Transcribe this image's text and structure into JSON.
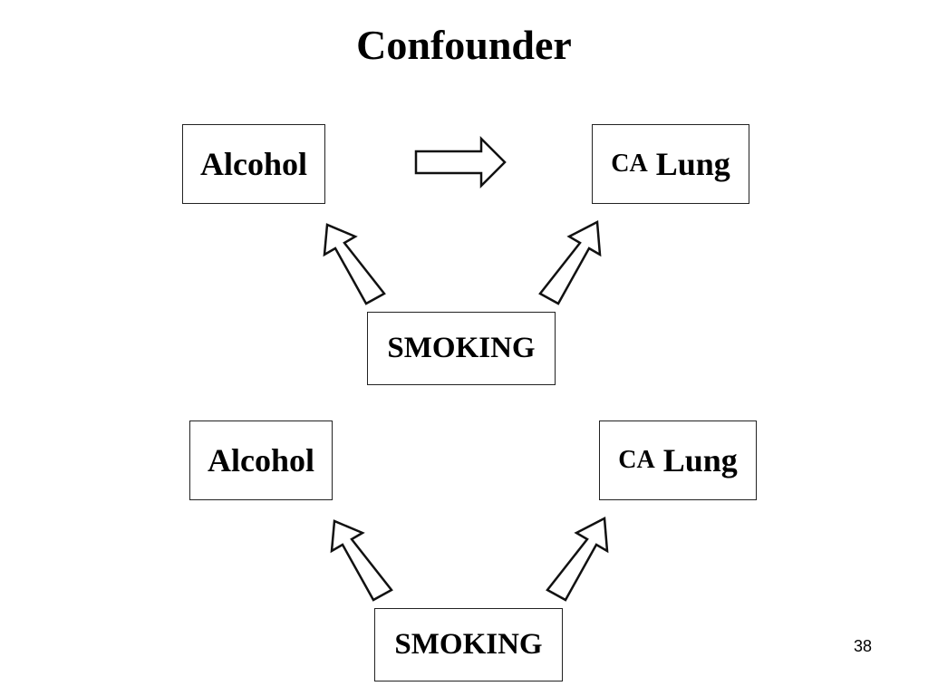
{
  "slide": {
    "title": "Confounder",
    "page_number": "38"
  },
  "diagram_top": {
    "exposure": "Alcohol",
    "outcome_prefix": "CA",
    "outcome_main": "Lung",
    "confounder": "SMOKING"
  },
  "diagram_bottom": {
    "exposure": "Alcohol",
    "outcome_prefix": "CA",
    "outcome_main": "Lung",
    "confounder": "SMOKING"
  },
  "icons": {
    "arrow_style": "outlined-block-arrow"
  }
}
